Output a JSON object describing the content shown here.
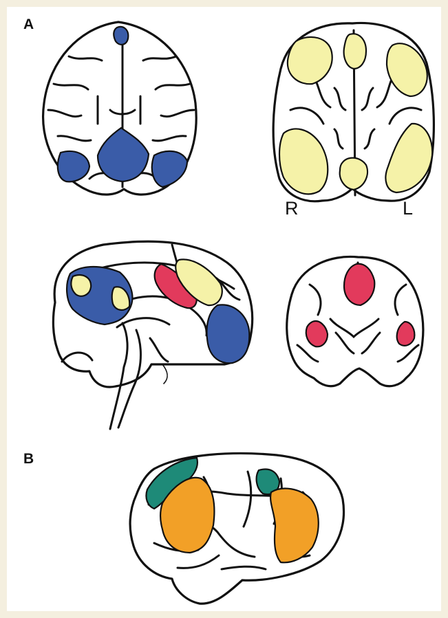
{
  "labels": {
    "panel_a": "A",
    "panel_b": "B",
    "right": "R",
    "left": "L"
  },
  "colors": {
    "background": "#f4efdf",
    "blue": "#3a5ca8",
    "yellow": "#f5f2a8",
    "red": "#e23a5c",
    "green": "#1e8a78",
    "orange": "#f2a027"
  }
}
